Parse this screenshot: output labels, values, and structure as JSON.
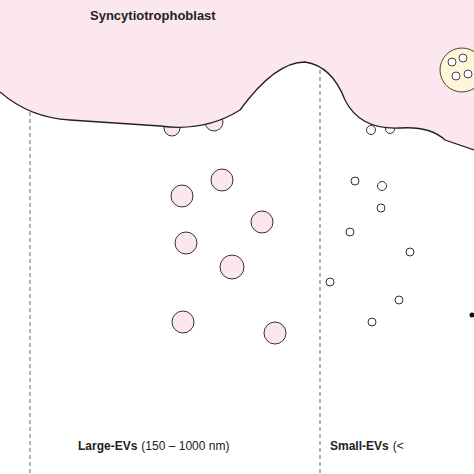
{
  "diagram": {
    "nodes": [
      {
        "text": [
          "Syncytiotrophoblast"
        ]
      }
    ],
    "labels": [
      "Large-EVs",
      "(150 – 1000 nm)",
      "Small-EVs",
      "(<"
    ]
  }
}
